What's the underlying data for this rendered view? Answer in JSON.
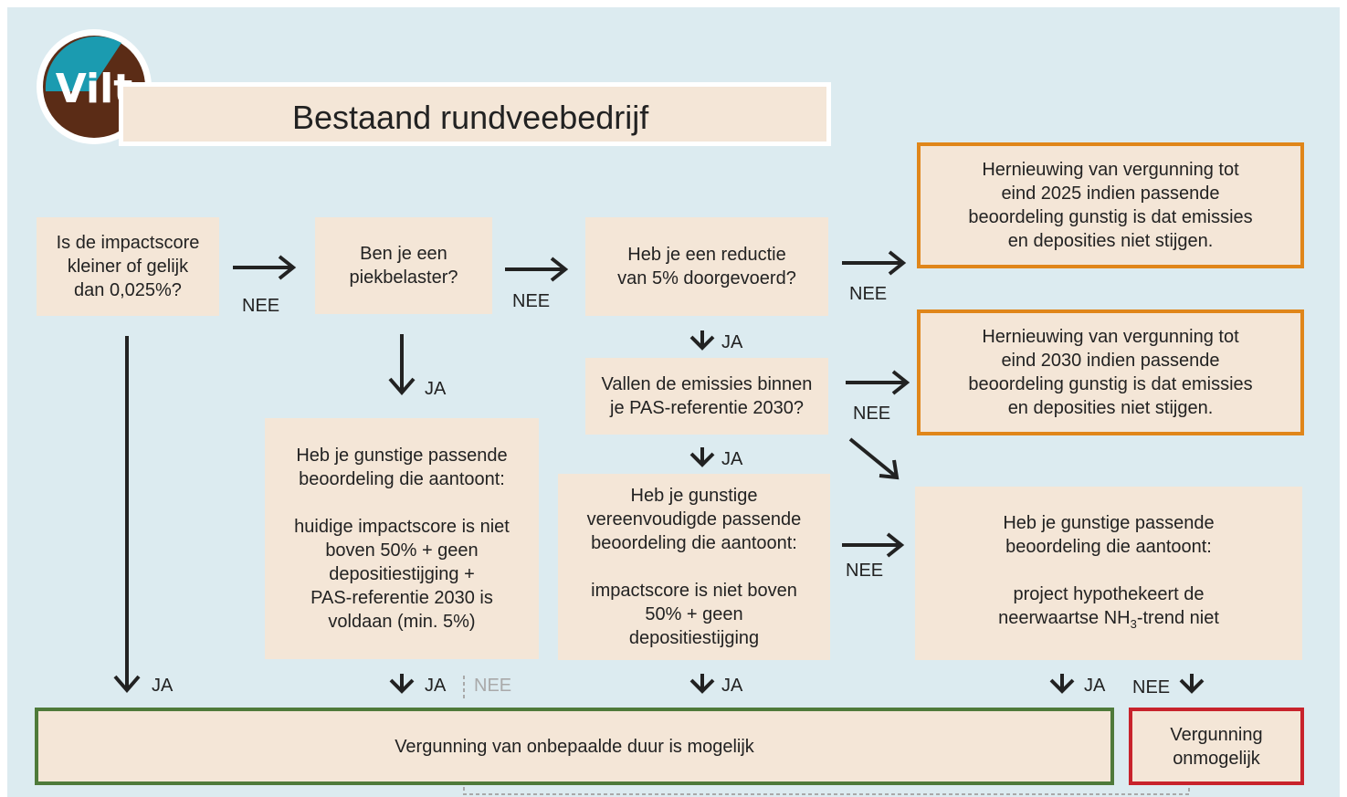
{
  "logo": {
    "text": "Vilt",
    "icon": "vilt-logo-icon",
    "colors": {
      "teal": "#1b9bb0",
      "brown": "#5b2c16"
    }
  },
  "title": "Bestaand rundveebedrijf",
  "boxes": {
    "q1": "Is de impactscore\nkleiner of gelijk\ndan 0,025%?",
    "q2": "Ben je een\npiekbelaster?",
    "q3": "Heb je een reductie\nvan 5% doorgevoerd?",
    "q4": "Vallen de emissies binnen\nje PAS-referentie 2030?",
    "q5": "Heb je gunstige passende\nbeoordeling die aantoont:\n\nhuidige impactscore is niet\nboven 50% + geen\ndepositiestijging +\nPAS-referentie 2030 is\nvoldaan (min. 5%)",
    "q6": "Heb je gunstige\nvereenvoudigde passende\nbeoordeling die aantoont:\n\nimpactscore is niet boven\n50% + geen\ndepositiestijging",
    "q7_line1": "Heb je gunstige passende",
    "q7_line2": "beoordeling die aantoont:",
    "q7_line3": "project hypothekeert de",
    "q7_line4a": "neerwaartse NH",
    "q7_line4sub": "3",
    "q7_line4b": "-trend niet",
    "r2025": "Hernieuwing van vergunning tot\neind 2025 indien passende\nbeoordeling gunstig is dat emissies\nen deposities niet stijgen.",
    "r2030": "Hernieuwing van vergunning tot\neind 2030 indien passende\nbeoordeling gunstig is dat emissies\nen deposities niet stijgen.",
    "ok": "Vergunning van onbepaalde duur is mogelijk",
    "no": "Vergunning\nonmogelijk"
  },
  "labels": {
    "ja": "JA",
    "nee": "NEE"
  },
  "colors": {
    "background": "#dcebf0",
    "box": "#f4e6d7",
    "orange": "#e0861a",
    "green": "#4f7a3a",
    "red": "#c8232c",
    "arrow": "#222222",
    "muted": "#a9a9a9"
  }
}
